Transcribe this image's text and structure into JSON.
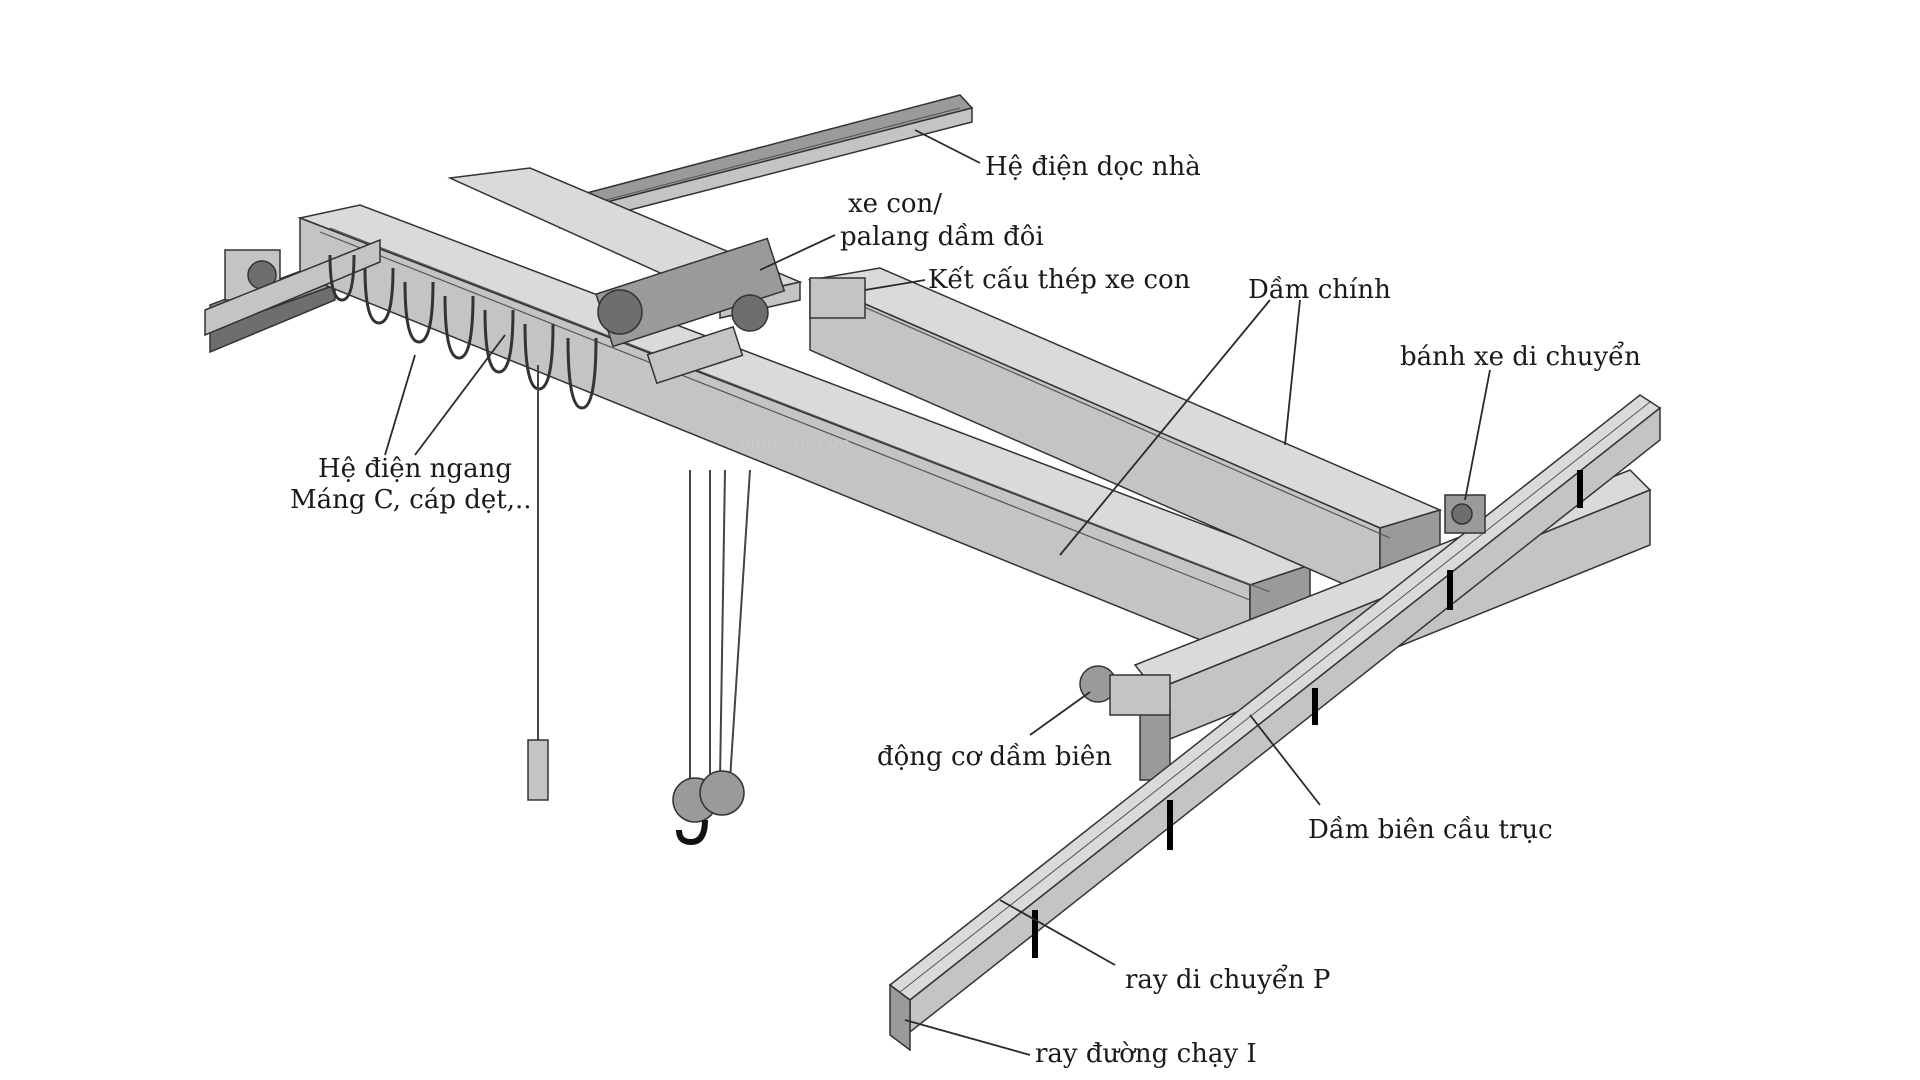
{
  "diagram": {
    "labels": {
      "he_dien_doc_nha": "Hệ điện dọc nhà",
      "xe_con_line1": "xe con/",
      "xe_con_line2": "palang dầm đôi",
      "ket_cau_thep": "Kết cấu thép xe con",
      "dam_chinh": "Dầm chính",
      "banh_xe": "bánh xe di chuyển",
      "he_dien_ngang_line1": "Hệ điện ngang",
      "he_dien_ngang_line2": "Máng C, cáp dẹt,..",
      "dong_co": "động cơ dầm biên",
      "dam_bien": "Dầm biên cầu trục",
      "ray_p": "ray di chuyển P",
      "ray_i": "ray đường chạy I"
    },
    "watermark": "vinh.com.vn",
    "colors": {
      "steel_dark": "#6e6e6e",
      "steel_mid": "#9a9a9a",
      "steel_light": "#c4c4c4",
      "background": "#ffffff"
    }
  }
}
